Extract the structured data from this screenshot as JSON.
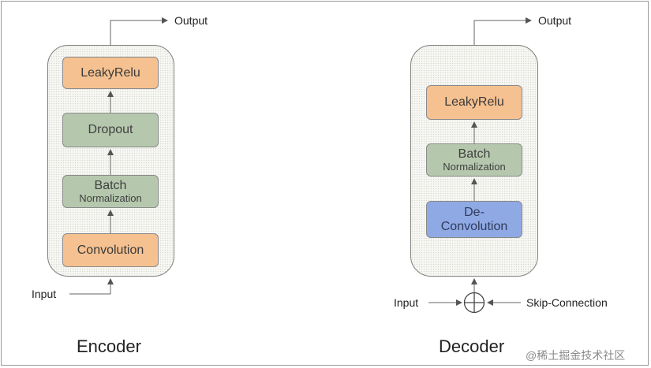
{
  "encoder": {
    "title": "Encoder",
    "output_label": "Output",
    "input_label": "Input",
    "layers": {
      "leakyrelu": "LeakyRelu",
      "dropout": "Dropout",
      "batchnorm_line1": "Batch",
      "batchnorm_line2": "Normalization",
      "convolution": "Convolution"
    }
  },
  "decoder": {
    "title": "Decoder",
    "output_label": "Output",
    "input_label": "Input",
    "skip_label": "Skip-Connection",
    "layers": {
      "leakyrelu": "LeakyRelu",
      "batchnorm_line1": "Batch",
      "batchnorm_line2": "Normalization",
      "deconv_line1": "De-",
      "deconv_line2": "Convolution"
    }
  },
  "watermark": "@稀土掘金技术社区",
  "colors": {
    "orange_layer": "#f5c190",
    "green_layer": "#b5c8ad",
    "blue_layer": "#8fa9e4",
    "outline": "#7f7f7f"
  }
}
